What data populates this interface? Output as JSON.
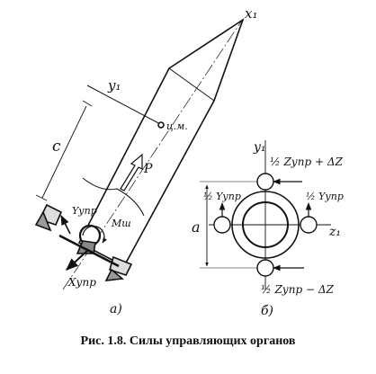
{
  "figure": {
    "caption": "Рис. 1.8. Силы управляющих органов",
    "part_a": {
      "panel_label": "а)",
      "axis_x": "x₁",
      "axis_y": "y₁",
      "center_of_mass": "ц.м.",
      "distance_label": "c",
      "thrust_label": "P",
      "moment_label": "Mш",
      "force_y": "Yупр",
      "force_x": "Xупр"
    },
    "part_b": {
      "panel_label": "б)",
      "axis_y": "y₁",
      "axis_z": "z₁",
      "dim_label": "a",
      "top_force": "½ Zупр + ΔZ",
      "bottom_force": "½ Zупр − ΔZ",
      "left_force": "½ Yупр",
      "right_force": "½ Yупр"
    }
  }
}
